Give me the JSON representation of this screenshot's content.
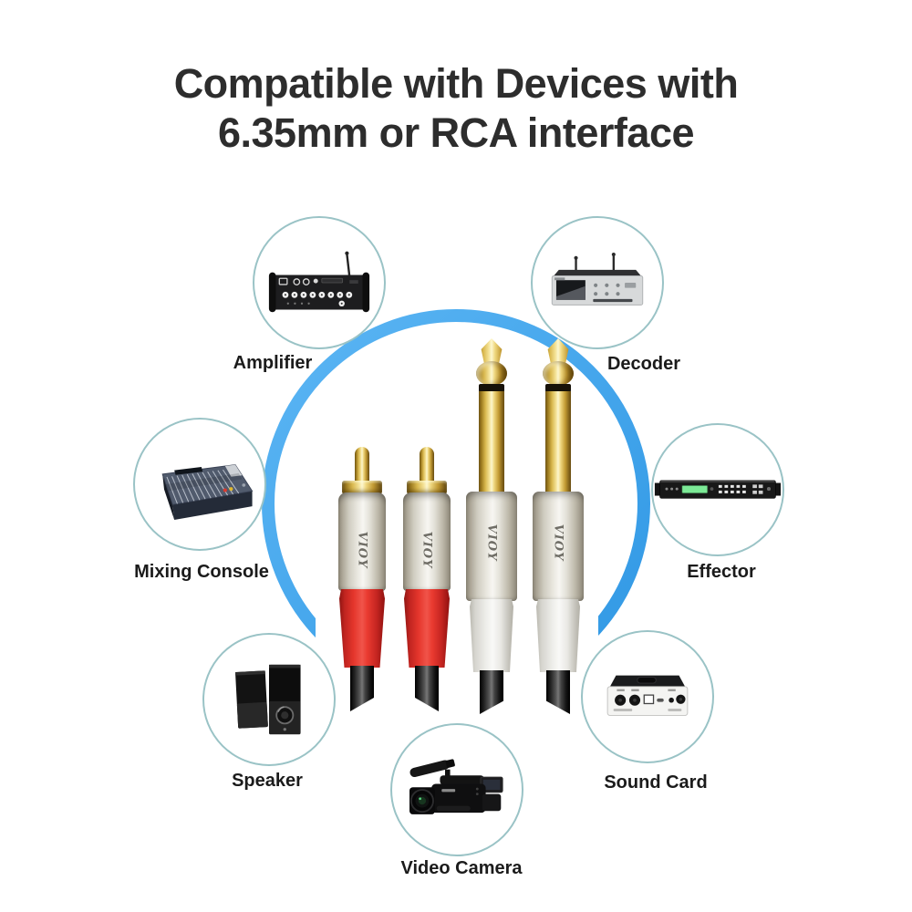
{
  "title": {
    "line1": "Compatible with Devices with",
    "line2": "6.35mm or RCA interface"
  },
  "devices": {
    "amplifier": {
      "label": "Amplifier"
    },
    "decoder": {
      "label": "Decoder"
    },
    "mixing_console": {
      "label": "Mixing Console"
    },
    "effector": {
      "label": "Effector"
    },
    "speaker": {
      "label": "Speaker"
    },
    "sound_card": {
      "label": "Sound Card"
    },
    "video_camera": {
      "label": "Video Camera"
    }
  },
  "product": {
    "brand_text": "VIOY",
    "connectors": [
      "RCA plug red",
      "RCA plug red",
      "6.35mm TS plug white",
      "6.35mm TS plug white"
    ]
  },
  "colors": {
    "ring_blue_light": "#5cb6f4",
    "ring_blue_dark": "#2f97e4",
    "circle_outline": "#9ac3c6",
    "title_color": "#2d2d2d",
    "label_color": "#1b1b1b",
    "rca_boot_red": "#e5362c",
    "ts_boot_white": "#f2f1ec",
    "gold": "#e9cf6f",
    "barrel_silver": "#e3e1d8"
  }
}
